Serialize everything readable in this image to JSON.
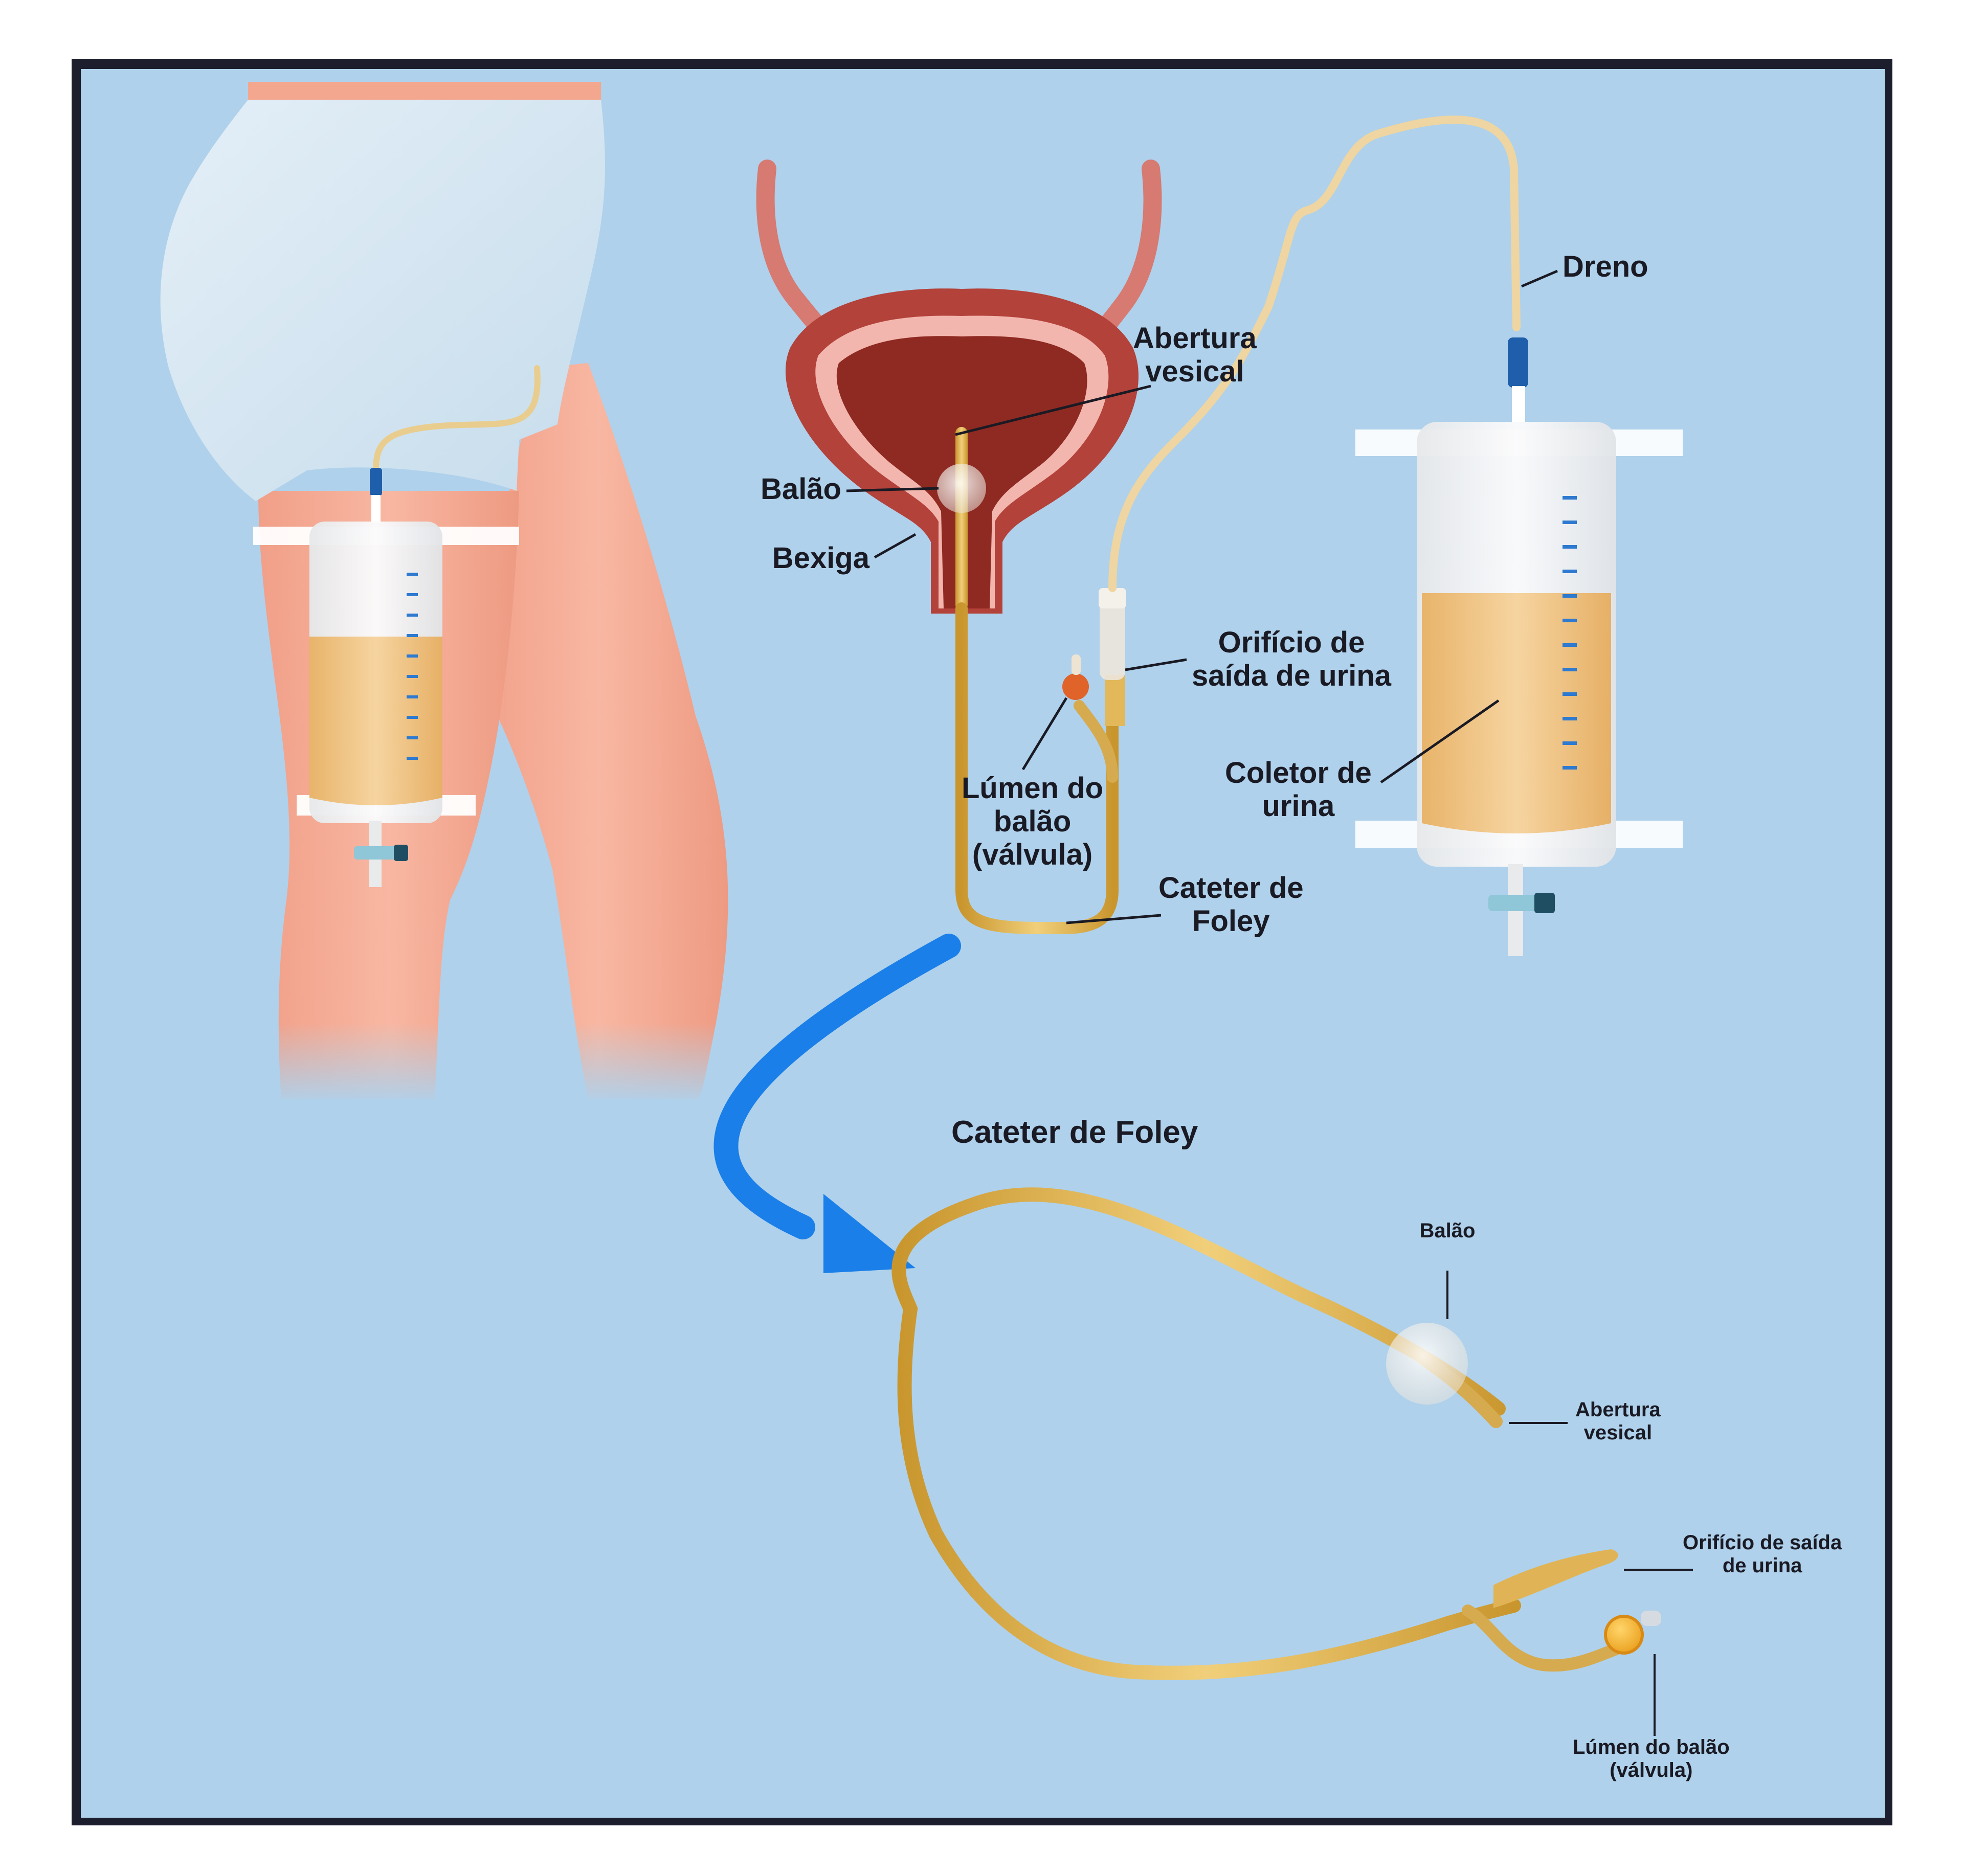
{
  "colors": {
    "background": "#afd1eb",
    "frame": "#1c1e2e",
    "skin": "#f5aa94",
    "underwear": "#d6e7f3",
    "catheter": "#e2b85a",
    "urine": "#edbf78",
    "bladder": "#8e2a22",
    "connector": "#1e5eaa",
    "arrow": "#1a7fe8",
    "valve": "#e0632a"
  },
  "icons": {
    "arrow": "curved-arrow-icon",
    "valve": "valve-icon"
  },
  "labels": {
    "abertura_vesical": [
      "Abertura",
      "vesical"
    ],
    "balao": "Balão",
    "bexiga": "Bexiga",
    "dreno": "Dreno",
    "orificio": [
      "Orifício de",
      "saída de urina"
    ],
    "lumen": [
      "Lúmen do",
      "balão",
      "(válvula)"
    ],
    "coletor": [
      "Coletor de",
      "urina"
    ],
    "cateter": [
      "Cateter de",
      "Foley"
    ]
  },
  "detail": {
    "title": "Cateter de Foley",
    "balao": "Balão",
    "abertura_vesical": [
      "Abertura",
      "vesical"
    ],
    "orificio": [
      "Orifício de saída",
      "de urina"
    ],
    "lumen": [
      "Lúmen do balão",
      "(válvula)"
    ]
  }
}
